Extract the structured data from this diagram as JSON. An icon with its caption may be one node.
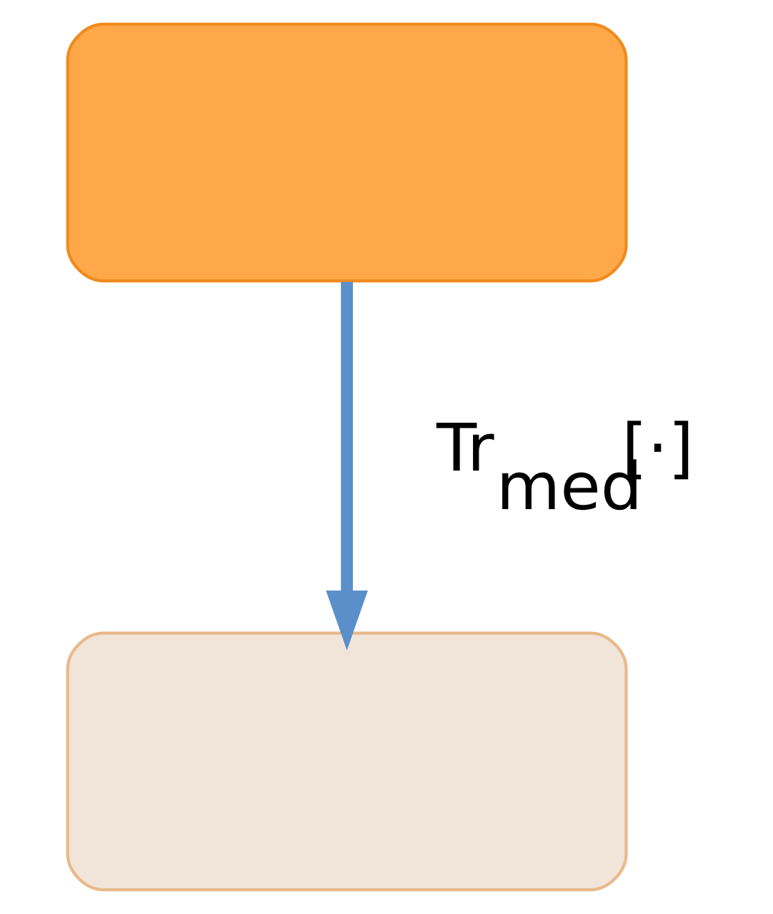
{
  "diagram": {
    "nodes": [
      {
        "text": [],
        "shape": "box"
      },
      {
        "text": [],
        "shape": "box"
      }
    ],
    "edges": [
      {
        "from": 0,
        "to": 1,
        "arrow": "to",
        "label": "Tr$_{med}$[·]"
      }
    ]
  }
}
